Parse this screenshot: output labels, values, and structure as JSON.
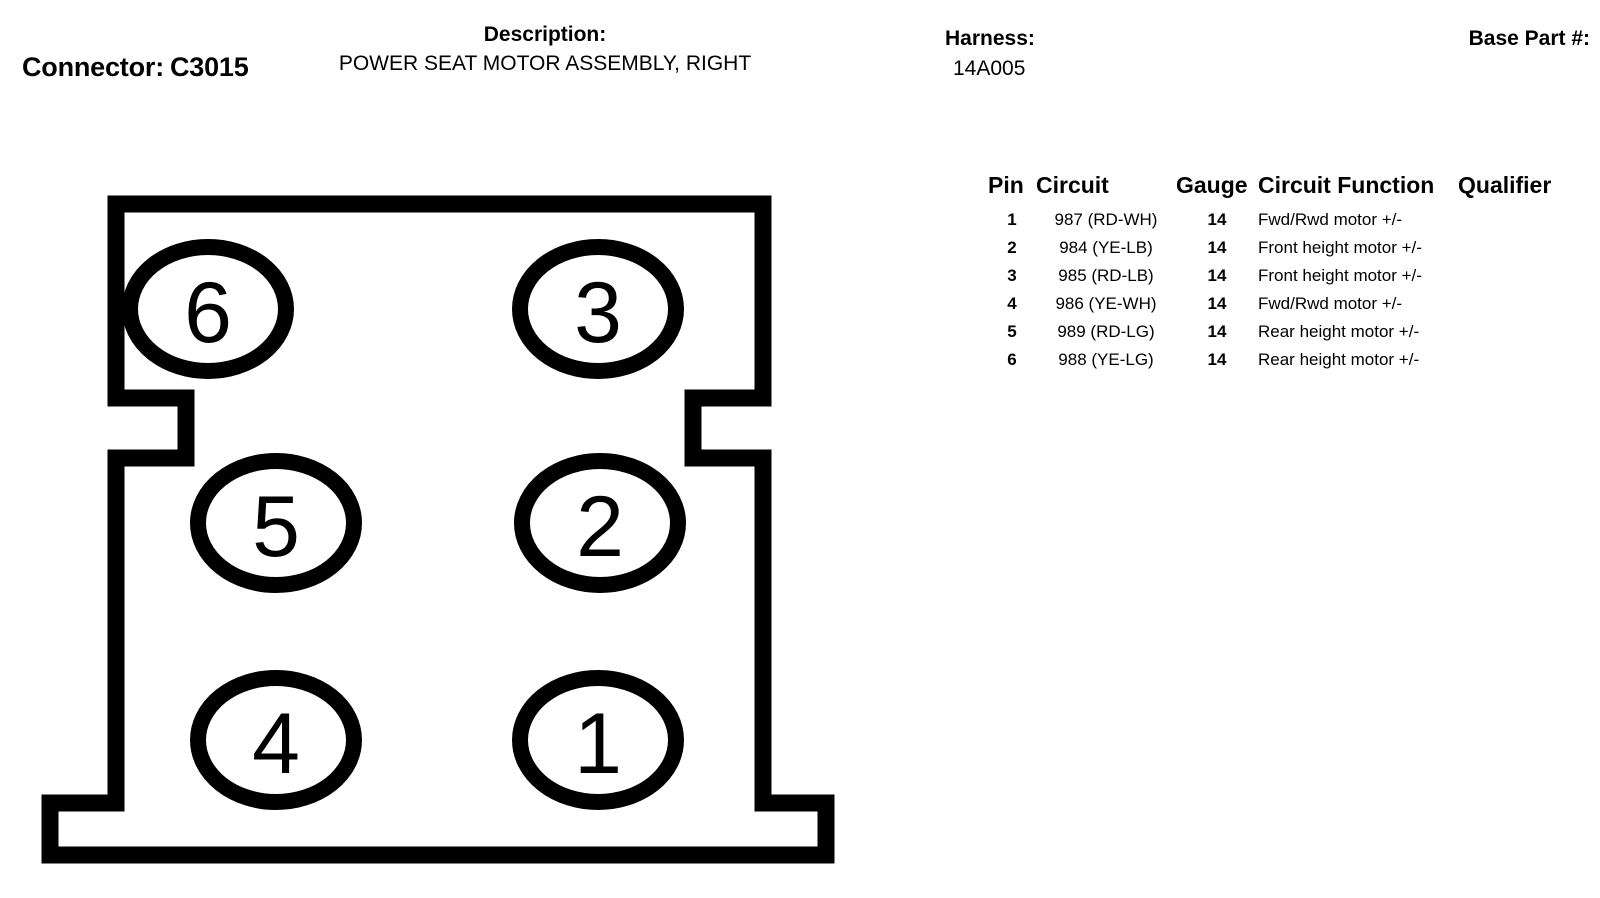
{
  "header": {
    "connector_label": "Connector:",
    "connector_id": "C3015",
    "description_label": "Description:",
    "description_value": "POWER SEAT MOTOR ASSEMBLY, RIGHT",
    "harness_label": "Harness:",
    "harness_value": "14A005",
    "base_part_label": "Base Part #:",
    "base_part_value": ""
  },
  "connector_diagram": {
    "shape": "six-cavity-rectangular-connector-with-side-notches-and-bottom-flange",
    "outline_color": "#000000",
    "cavities": [
      {
        "pin": "6",
        "row": 1,
        "col": 1
      },
      {
        "pin": "3",
        "row": 1,
        "col": 2
      },
      {
        "pin": "5",
        "row": 2,
        "col": 1
      },
      {
        "pin": "2",
        "row": 2,
        "col": 2
      },
      {
        "pin": "4",
        "row": 3,
        "col": 1
      },
      {
        "pin": "1",
        "row": 3,
        "col": 2
      }
    ]
  },
  "pin_table": {
    "columns": [
      "Pin",
      "Circuit",
      "Gauge",
      "Circuit Function",
      "Qualifier"
    ],
    "rows": [
      {
        "pin": "1",
        "circuit": "987 (RD-WH)",
        "gauge": "14",
        "function": "Fwd/Rwd motor +/-",
        "qualifier": ""
      },
      {
        "pin": "2",
        "circuit": "984 (YE-LB)",
        "gauge": "14",
        "function": "Front height motor +/-",
        "qualifier": ""
      },
      {
        "pin": "3",
        "circuit": "985 (RD-LB)",
        "gauge": "14",
        "function": "Front height motor +/-",
        "qualifier": ""
      },
      {
        "pin": "4",
        "circuit": "986 (YE-WH)",
        "gauge": "14",
        "function": "Fwd/Rwd motor +/-",
        "qualifier": ""
      },
      {
        "pin": "5",
        "circuit": "989 (RD-LG)",
        "gauge": "14",
        "function": "Rear height motor +/-",
        "qualifier": ""
      },
      {
        "pin": "6",
        "circuit": "988 (YE-LG)",
        "gauge": "14",
        "function": "Rear height motor +/-",
        "qualifier": ""
      }
    ]
  }
}
